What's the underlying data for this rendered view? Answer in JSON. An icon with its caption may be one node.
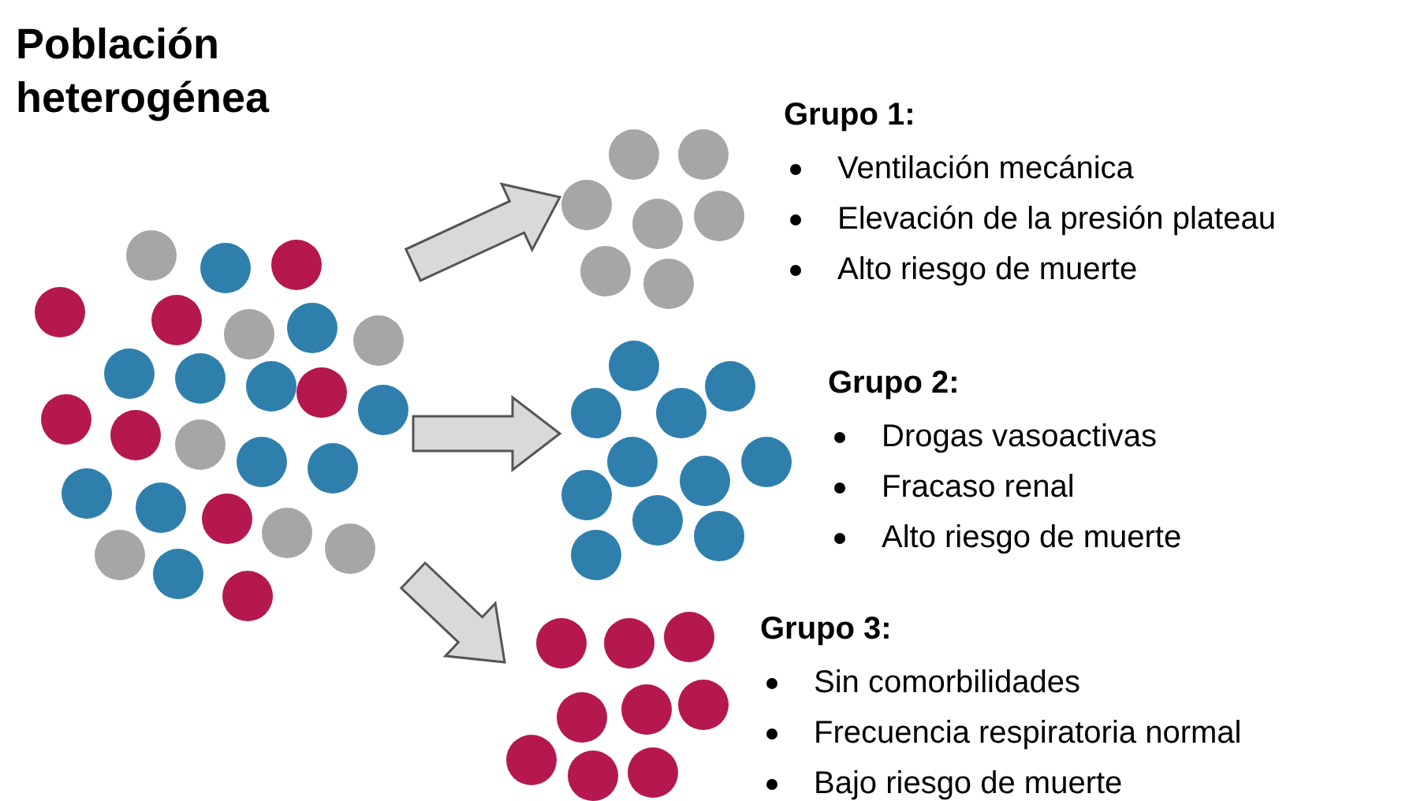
{
  "diagram": {
    "title": "Población heterogénea",
    "nodes": [
      {
        "text": [],
        "shape": "picture"
      },
      {
        "text": [],
        "shape": "picture"
      },
      {
        "text": [],
        "shape": "picture"
      },
      {
        "text": [],
        "shape": "picture"
      }
    ],
    "edges": [
      {
        "from": 0,
        "to": 1,
        "arrow": "to"
      },
      {
        "from": 0,
        "to": 2,
        "arrow": "to"
      },
      {
        "from": 0,
        "to": 3,
        "arrow": "to"
      }
    ],
    "labels": [
      "Grupo 1:",
      "Ventilación mecánica",
      "Elevación de la presión plateau",
      "Alto riesgo de muerte",
      "Grupo 2:",
      "Drogas vasoactivas",
      "Fracaso renal",
      "Alto riesgo de muerte",
      "Grupo 3:",
      "Sin comorbilidades",
      "Frecuencia respiratoria normal",
      "Bajo riesgo de muerte"
    ]
  }
}
